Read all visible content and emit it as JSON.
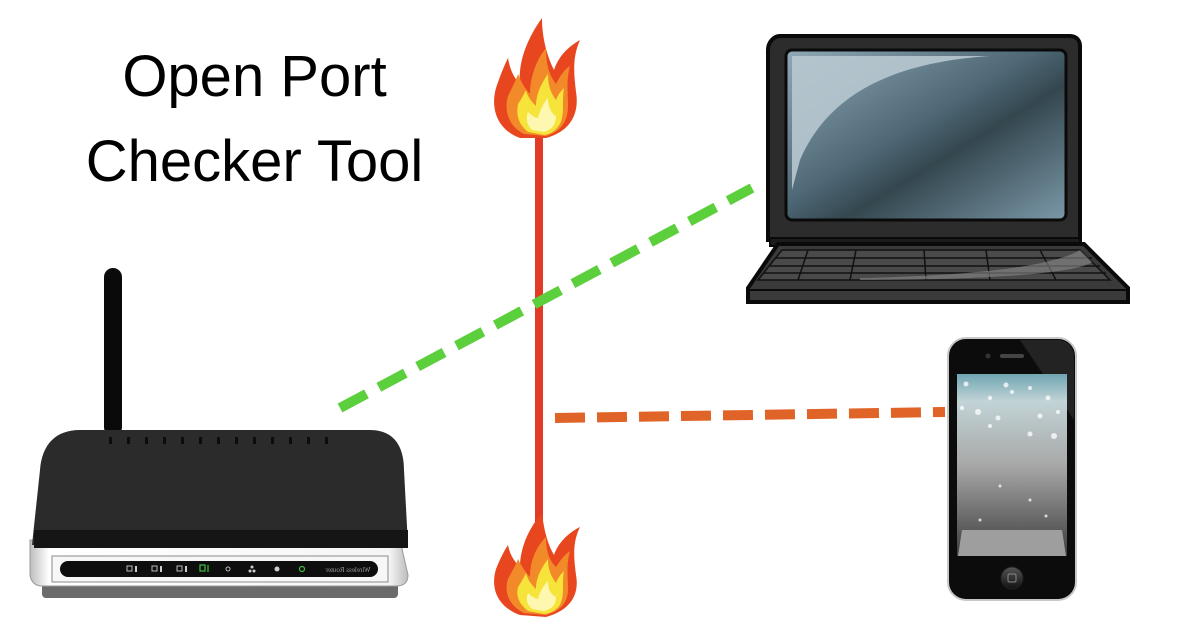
{
  "title": {
    "line1": "Open Port",
    "line2": "Checker Tool"
  },
  "diagram": {
    "nodes": [
      {
        "id": "router",
        "label": "Wireless Router",
        "icon": "router-icon"
      },
      {
        "id": "firewall",
        "label": "Firewall",
        "icon": "fire-icon"
      },
      {
        "id": "laptop",
        "label": "Laptop",
        "icon": "laptop-icon"
      },
      {
        "id": "phone",
        "label": "Smartphone",
        "icon": "smartphone-icon"
      }
    ],
    "edges": [
      {
        "from": "router",
        "to": "laptop",
        "style": "dashed",
        "color": "#5cd03c",
        "crosses_firewall": true
      },
      {
        "from": "firewall",
        "to": "phone",
        "style": "dashed",
        "color": "#e06428",
        "crosses_firewall": false
      }
    ],
    "router_label": "Wireless Router"
  },
  "colors": {
    "firewall_line": "#e23a24",
    "open_connection": "#5cd03c",
    "blocked_connection": "#e06428",
    "router_body": "#2a2a2a",
    "laptop_screen": "#4a6472"
  }
}
